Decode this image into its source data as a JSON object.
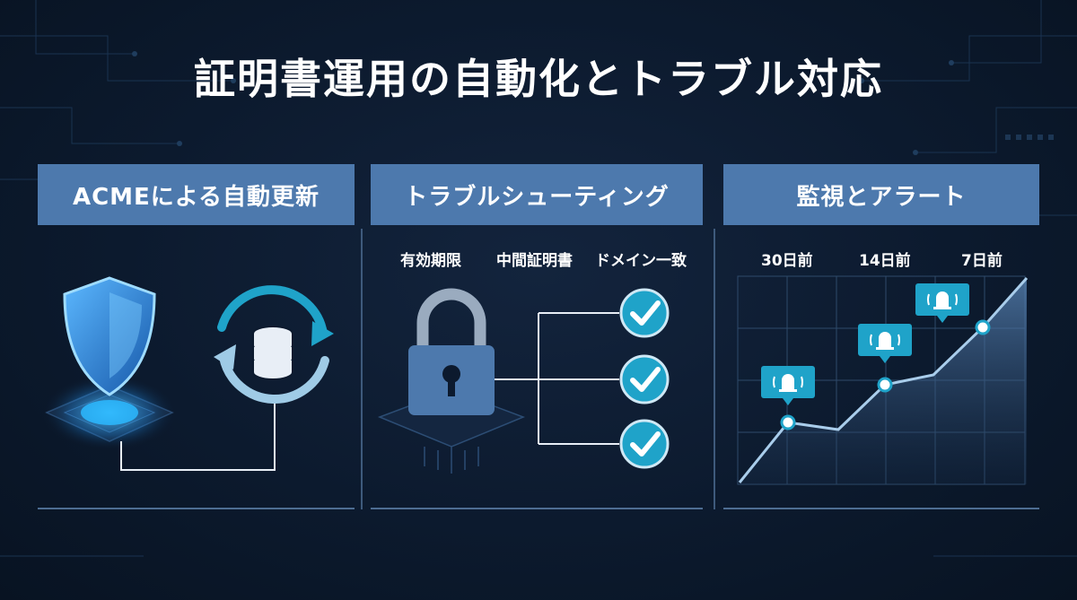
{
  "title": "証明書運用の自動化とトラブル対応",
  "panels": [
    {
      "header": "ACMEによる自動更新",
      "icons": [
        "shield-icon",
        "database-icon",
        "refresh-cycle-icon"
      ]
    },
    {
      "header": "トラブルシューティング",
      "checks": [
        "有効期限",
        "中間証明書",
        "ドメイン一致"
      ],
      "icons": [
        "padlock-icon",
        "check-circle-icon"
      ]
    },
    {
      "header": "監視とアラート",
      "alerts": [
        "30日前",
        "14日前",
        "7日前"
      ],
      "icons": [
        "bell-icon",
        "trend-line"
      ]
    }
  ],
  "colors": {
    "panel_header": "#4d79ad",
    "accent_cyan": "#1fa3c9",
    "background": "#0c1a2e"
  }
}
